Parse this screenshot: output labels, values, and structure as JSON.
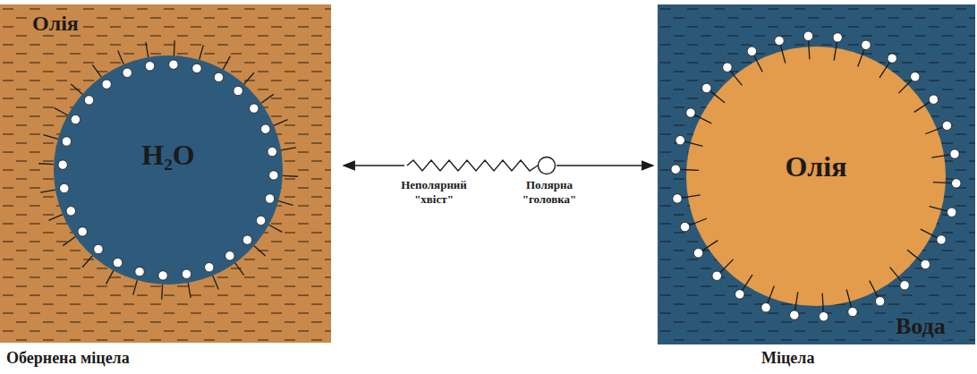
{
  "diagram": {
    "nodes": [
      {
        "text": [
          "Олія",
          "Обернена міцела"
        ]
      },
      {
        "text": [
          "H₂O"
        ],
        "in": 0
      },
      {
        "text": [
          "Вода",
          "Міцела"
        ]
      },
      {
        "text": [
          "Олія"
        ],
        "in": 2
      }
    ],
    "labels": [
      "Неполярний \"хвіст\"",
      "Полярна \"головка\""
    ]
  }
}
